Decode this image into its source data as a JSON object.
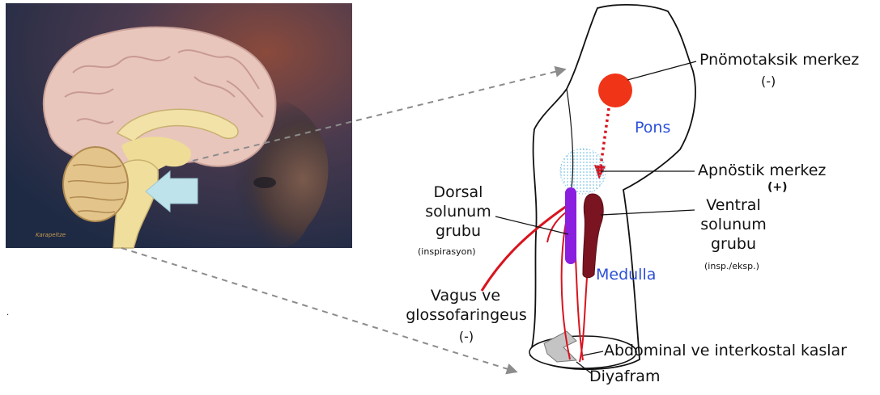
{
  "image": {
    "signature": "Karapeltze"
  },
  "labels": {
    "pnomotaksik": "Pnömotaksik merkez",
    "pnomotaksik_sign": "(-)",
    "pons": "Pons",
    "apnostik": "Apnöstik merkez",
    "apnostik_sign": "(+)",
    "dorsal_1": "Dorsal",
    "dorsal_2": "solunum",
    "dorsal_3": "grubu",
    "dorsal_sub": "(inspirasyon)",
    "ventral_1": "Ventral",
    "ventral_2": "solunum",
    "ventral_3": "grubu",
    "ventral_sub": "(insp./eksp.)",
    "medulla": "Medulla",
    "vagus_1": "Vagus ve",
    "vagus_2": "glossofaringeus",
    "vagus_sign": "(-)",
    "abdominal": "Abdominal ve interkostal kaslar",
    "diyafram": "Diyafram"
  },
  "colors": {
    "pnomotaksik_center": "#f03418",
    "dorsal_group": "#8a1fe0",
    "ventral_group": "#7a1420",
    "nerve": "#d8141e",
    "label_blue": "#2b4fd8",
    "dashed_arrow": "#8c8c8c",
    "brain_arrow": "#bfe3ea"
  }
}
